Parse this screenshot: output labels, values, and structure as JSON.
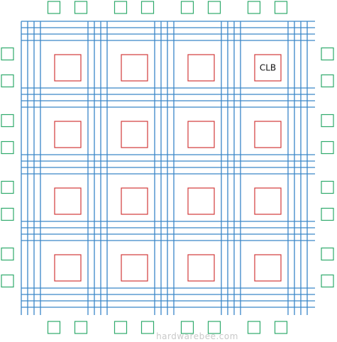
{
  "diagram": {
    "grid_rows": 4,
    "grid_cols": 4,
    "tracks_per_channel": 4,
    "io_pads_per_side": 8,
    "clb_label": "CLB",
    "labeled_clb": {
      "row": 0,
      "col": 3
    }
  },
  "watermark": "hardwarebee.com",
  "colors": {
    "routing": "#3a86c8",
    "clb": "#d23a3a",
    "io_pad": "#2eaa6b",
    "background": "#ffffff"
  }
}
